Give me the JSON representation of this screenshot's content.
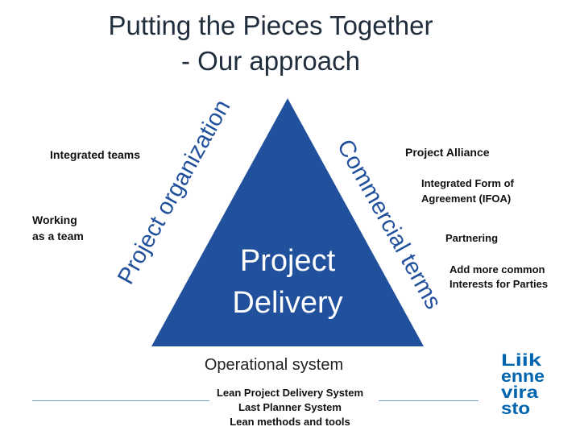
{
  "title": {
    "line1": "Putting the Pieces Together",
    "line2": "- Our approach"
  },
  "triangle": {
    "center_line1": "Project",
    "center_line2": "Delivery",
    "left_side": "Project organization",
    "right_side": "Commercial terms",
    "base": "Operational system",
    "fill": "#21509c"
  },
  "left_labels": {
    "integrated_teams": "Integrated teams",
    "working_team_line1": "Working",
    "working_team_line2": "as a team"
  },
  "right_labels": {
    "project_alliance": "Project Alliance",
    "ifoa_line1": "Integrated Form of",
    "ifoa_line2": "Agreement  (IFOA)",
    "partnering": "Partnering",
    "common_line1": "Add more common",
    "common_line2": "Interests for Parties"
  },
  "bottom": {
    "line1": "Lean Project Delivery System",
    "line2": "Last Planner System",
    "line3": "Lean methods and tools"
  },
  "logo": {
    "line1": "Liik",
    "line2": "enne",
    "line3": "vira",
    "line4": "sto",
    "color": "#0064af"
  }
}
